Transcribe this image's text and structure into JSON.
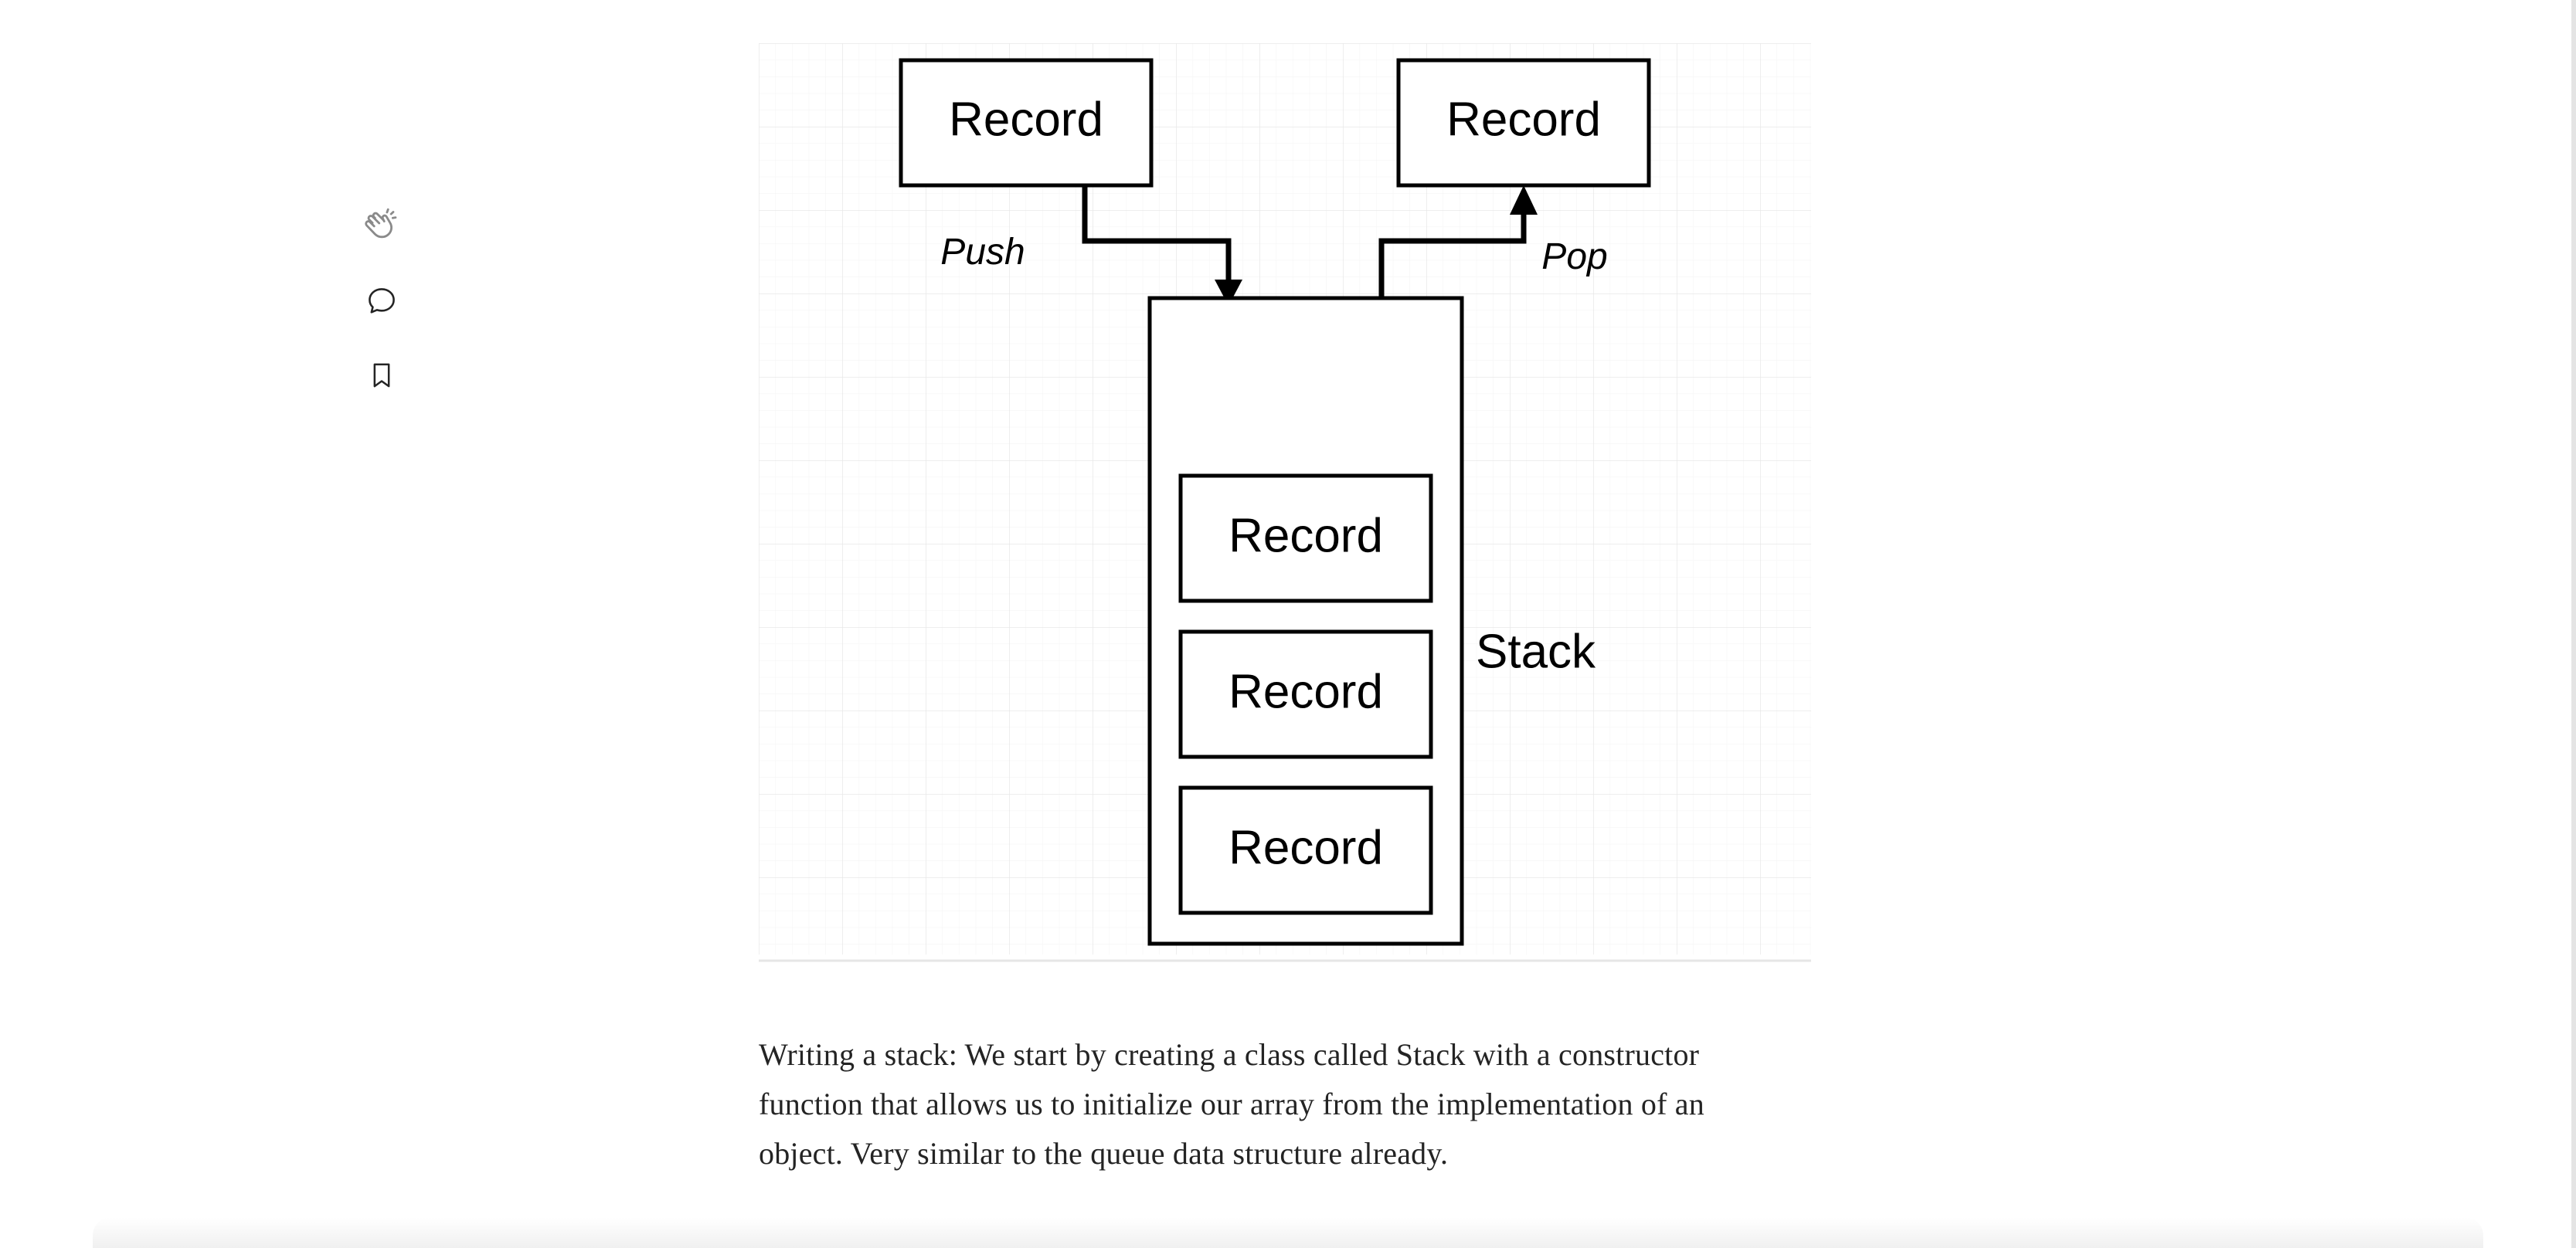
{
  "rail": {
    "icons": [
      "clap-icon",
      "comment-icon",
      "bookmark-icon"
    ]
  },
  "diagram": {
    "top_left_box": "Record",
    "top_right_box": "Record",
    "push_label": "Push",
    "pop_label": "Pop",
    "stack_label": "Stack",
    "stack_records": [
      "Record",
      "Record",
      "Record"
    ]
  },
  "article": {
    "paragraph_lines": [
      "Writing a stack: We start by creating a class called Stack with a constructor",
      "function that allows us to initialize our array from the implementation of an",
      "object. Very similar to the queue data structure already."
    ]
  },
  "colors": {
    "text": "#242424",
    "diagram_stroke": "#000000",
    "grid": "#ececec",
    "icon": "#6b6b6b"
  }
}
